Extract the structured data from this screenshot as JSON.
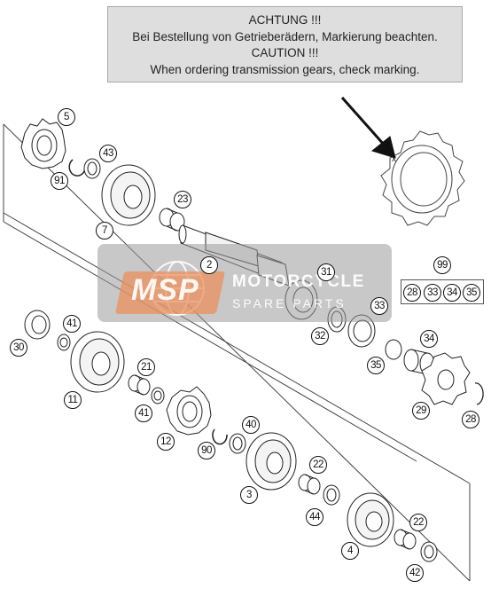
{
  "notice": {
    "line1": "ACHTUNG !!!",
    "line2": "Bei Bestellung von Getrieberädern, Markierung beachten.",
    "line3": "CAUTION !!!",
    "line4": "When ordering transmission gears, check marking."
  },
  "watermark": {
    "logo": "MSP",
    "name": "MOTORCYCLE",
    "sub": "SPARE PARTS"
  },
  "callouts": [
    "5",
    "91",
    "43",
    "7",
    "23",
    "2",
    "31",
    "33",
    "32",
    "35",
    "34",
    "29",
    "28",
    "99",
    "28",
    "33",
    "34",
    "35",
    "30",
    "41",
    "11",
    "21",
    "41",
    "12",
    "90",
    "40",
    "3",
    "22",
    "44",
    "4",
    "22",
    "42"
  ],
  "colors": {
    "line": "#333333",
    "notice_bg": "#dedede",
    "watermark": "#a0a0a0",
    "logo": "#e9905e"
  }
}
